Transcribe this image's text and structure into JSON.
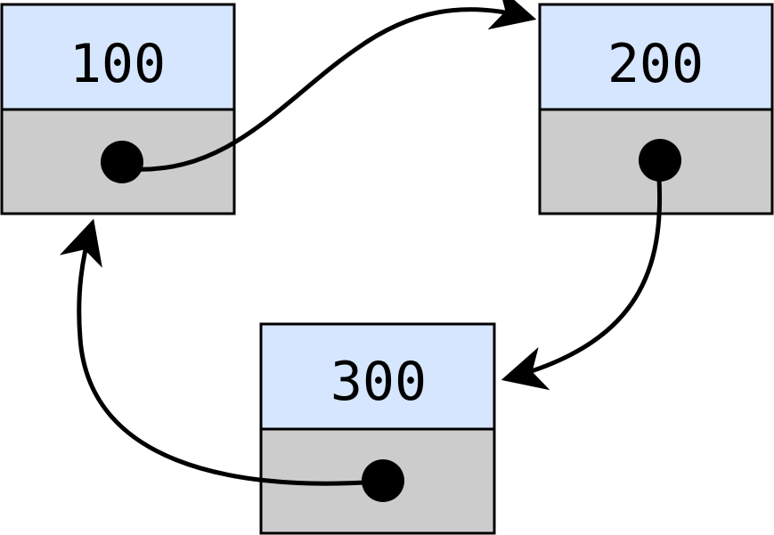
{
  "colors": {
    "value_fill": "#d6e6ff",
    "pointer_fill": "#cccccc",
    "stroke": "#000000",
    "text": "#000000"
  },
  "nodes": [
    {
      "value": "100"
    },
    {
      "value": "200"
    },
    {
      "value": "300"
    }
  ]
}
